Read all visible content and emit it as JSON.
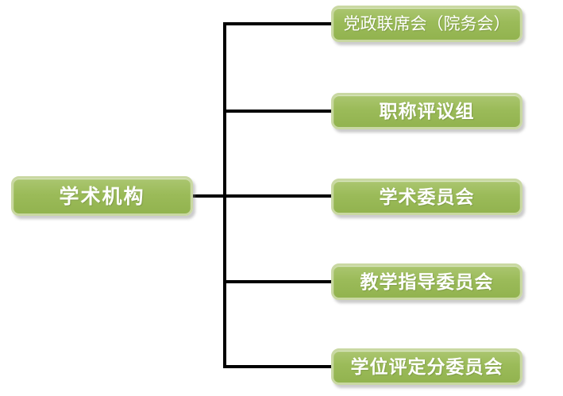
{
  "diagram": {
    "type": "org-chart",
    "root": {
      "label": "学术机构"
    },
    "children": [
      {
        "label": "党政联席会（院务会）"
      },
      {
        "label": "职称评议组"
      },
      {
        "label": "学术委员会"
      },
      {
        "label": "教学指导委员会"
      },
      {
        "label": "学位评定分委员会"
      }
    ],
    "colors": {
      "node_fill": "#9bbb59",
      "node_border": "#c9d8a2",
      "connector": "#000000",
      "text": "#ffffff",
      "background": "#ffffff"
    }
  }
}
